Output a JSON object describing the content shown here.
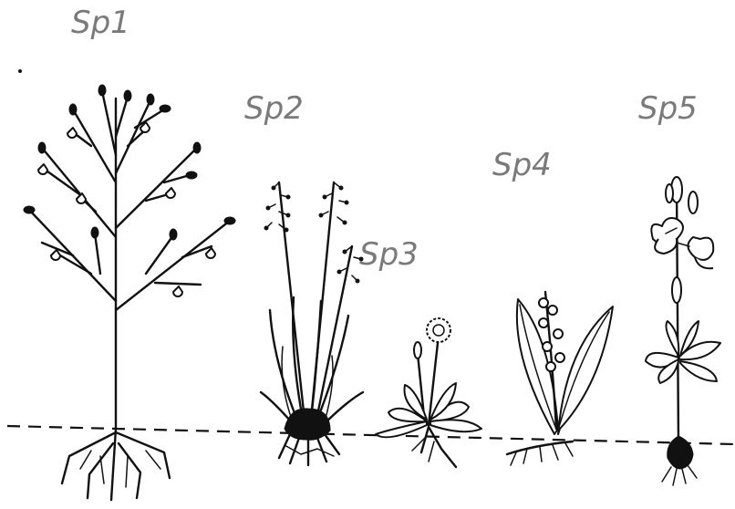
{
  "species": [
    {
      "id": "sp1",
      "label": "Sp1"
    },
    {
      "id": "sp2",
      "label": "Sp2"
    },
    {
      "id": "sp3",
      "label": "Sp3"
    },
    {
      "id": "sp4",
      "label": "Sp4"
    },
    {
      "id": "sp5",
      "label": "Sp5"
    }
  ],
  "colors": {
    "label": "#7a7a7a",
    "ink": "#111111",
    "background": "#ffffff"
  }
}
